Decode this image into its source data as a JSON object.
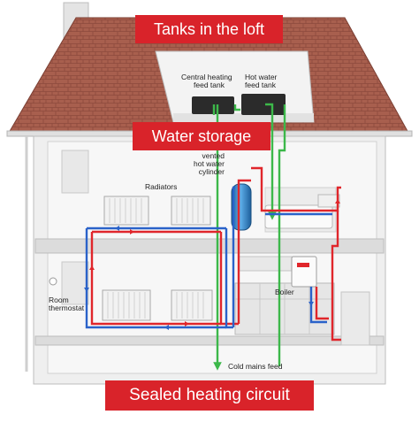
{
  "banners": {
    "loft": "Tanks in the loft",
    "storage": "Water storage",
    "circuit": "Sealed heating circuit"
  },
  "labels": {
    "central_heating_tank_line1": "Central heating",
    "central_heating_tank_line2": "feed tank",
    "hot_water_tank_line1": "Hot water",
    "hot_water_tank_line2": "feed tank",
    "cylinder_line1": "vented",
    "cylinder_line2": "hot water",
    "cylinder_line3": "cylinder",
    "radiators": "Radiators",
    "boiler": "Boiler",
    "room_thermostat_line1": "Room",
    "room_thermostat_line2": "thermostat",
    "cold_mains_feed": "Cold mains feed"
  },
  "colors": {
    "banner": "#d9232a",
    "flow_pipe": "#e0262b",
    "return_pipe": "#2a62c9",
    "cold_feed_pipe": "#3cb84a",
    "roof": "#a85f4e",
    "wall": "#e9e9e9",
    "cylinder": "#3c8fd0"
  }
}
